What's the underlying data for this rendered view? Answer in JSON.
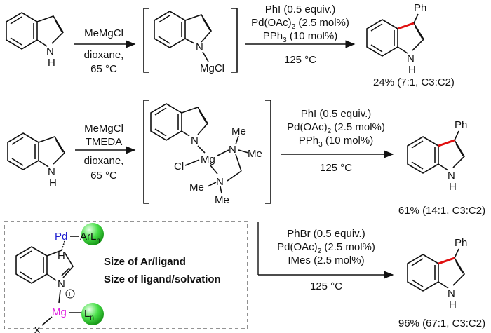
{
  "colors": {
    "c3_bond": "#e01010",
    "pd": "#1f1fd0",
    "mg": "#e020e0",
    "ligand_sphere": "#33dd33",
    "frame": "#555555"
  },
  "atoms": {
    "NH": "N",
    "H": "H",
    "Ph": "Ph",
    "N": "N",
    "Mg": "Mg",
    "Cl": "Cl",
    "MgCl": "MgCl",
    "Me": "Me",
    "Pd": "Pd",
    "Ar": "Ar",
    "L": "L",
    "n": "n",
    "X": "X",
    "plus": "+"
  },
  "row1": {
    "step1": [
      "MeMgCl",
      "dioxane,",
      "65 °C"
    ],
    "step2_lines": {
      "l1": "PhI (0.5 equiv.)",
      "l2a": "Pd(OAc)",
      "l2sub": "2",
      "l2b": " (2.5 mol%)",
      "l3a": "PPh",
      "l3sub": "3",
      "l3b": " (10 mol%)",
      "temp": "125 °C"
    },
    "yield": "24% (7:1, C3:C2)"
  },
  "row2": {
    "step1": [
      "MeMgCl",
      "TMEDA",
      "dioxane,",
      "65 °C"
    ],
    "step2_lines": {
      "l1": "PhI (0.5 equiv.)",
      "l2a": "Pd(OAc)",
      "l2sub": "2",
      "l2b": " (2.5 mol%)",
      "l3a": "PPh",
      "l3sub": "3",
      "l3b": " (10 mol%)",
      "temp": "125 °C"
    },
    "yield": "61% (14:1, C3:C2)"
  },
  "row3": {
    "step_lines": {
      "l1": "PhBr (0.5 equiv.)",
      "l2a": "Pd(OAc)",
      "l2sub": "2",
      "l2b": " (2.5 mol%)",
      "l3": "IMes (2.5 mol%)",
      "temp": "125 °C"
    },
    "yield": "96% (67:1, C3:C2)"
  },
  "transition_state": {
    "label1": "Size of Ar/ligand",
    "label2": "Size of ligand/solvation"
  }
}
